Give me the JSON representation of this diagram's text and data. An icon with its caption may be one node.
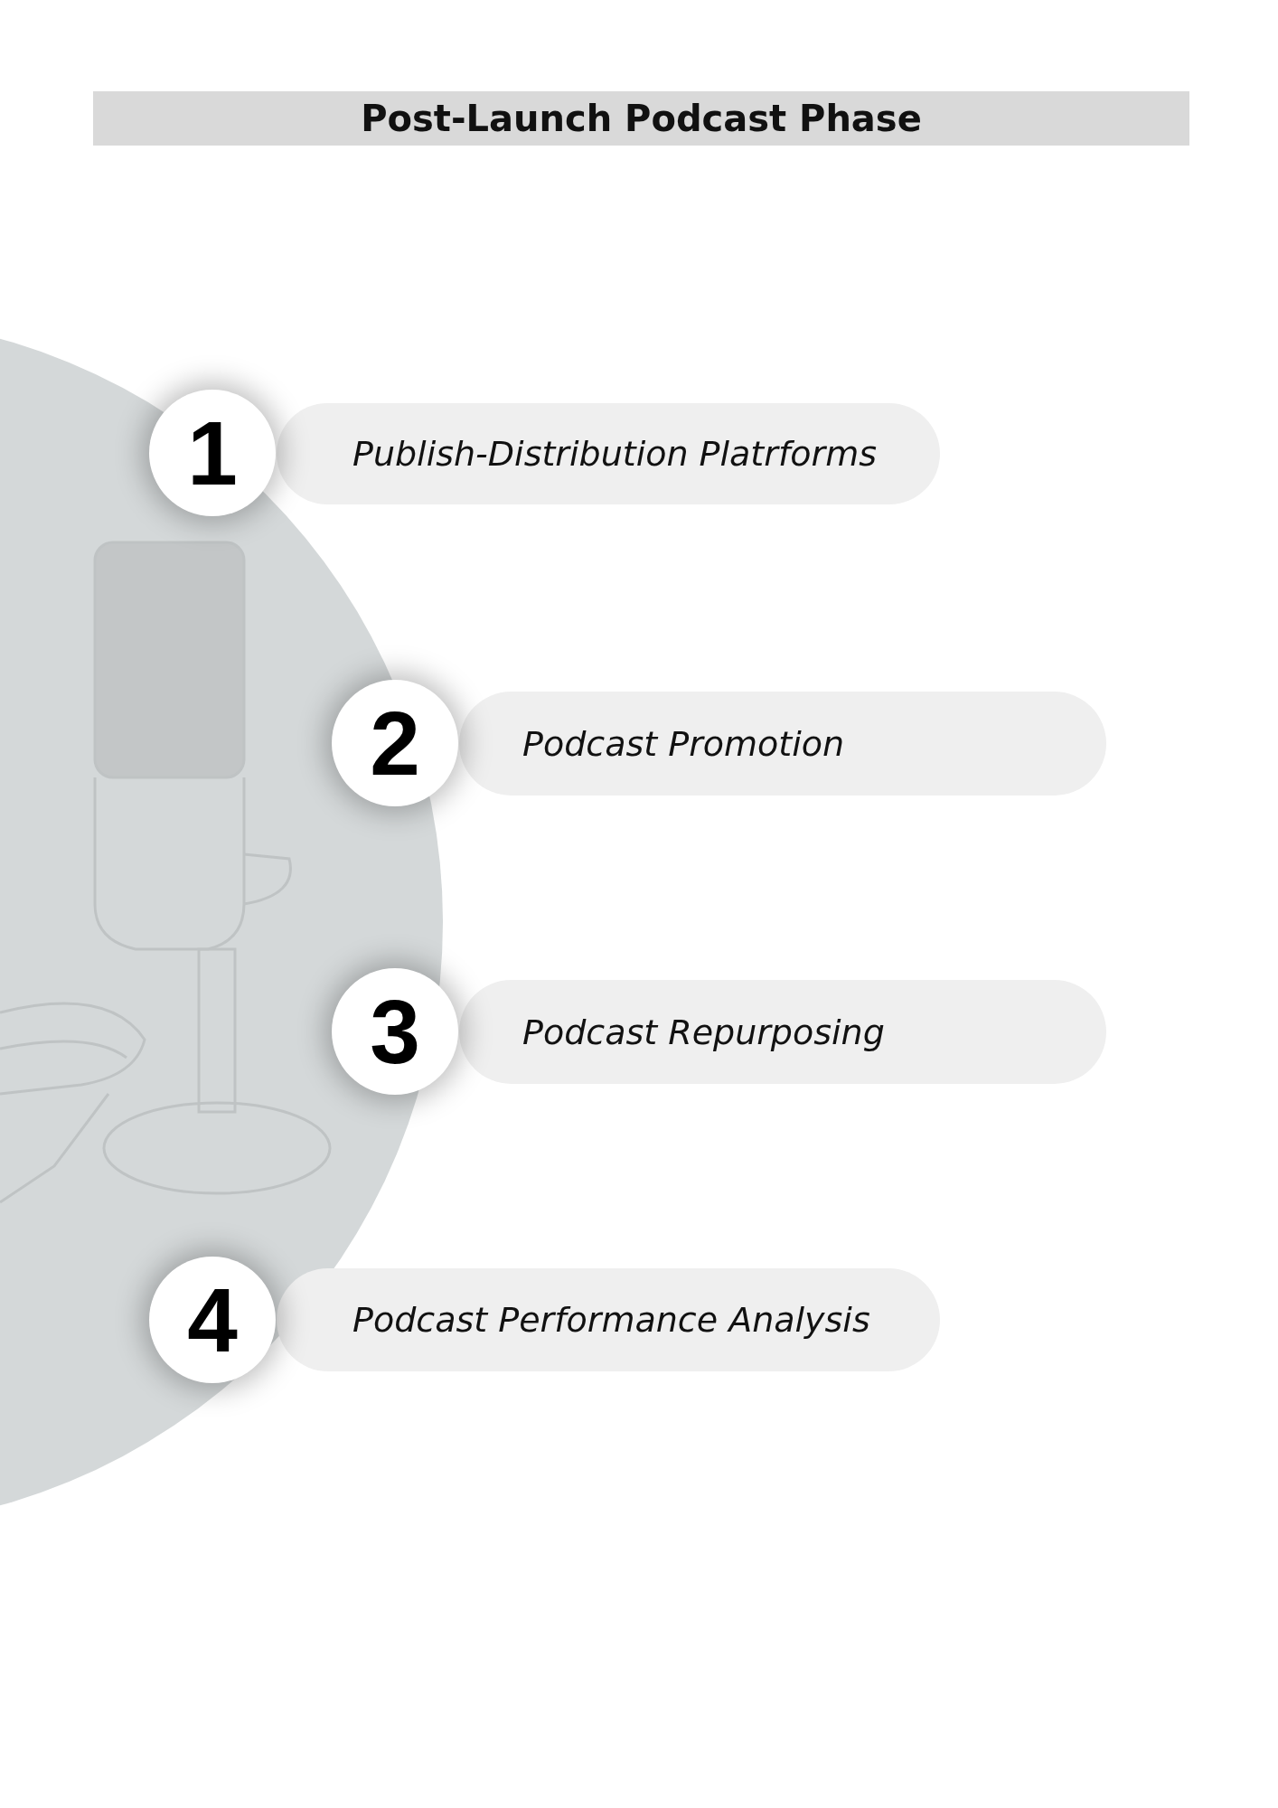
{
  "diagram": {
    "title": "Post-Launch Podcast Phase",
    "nodes": [
      {
        "text": [
          "1"
        ]
      },
      {
        "text": [
          "Publish-Distribution Platrforms"
        ]
      },
      {
        "text": [
          "2"
        ]
      },
      {
        "text": [
          "Podcast Promotion"
        ]
      },
      {
        "text": [
          "3"
        ]
      },
      {
        "text": [
          "Podcast Repurposing"
        ]
      },
      {
        "text": [
          "4"
        ]
      },
      {
        "text": [
          "Podcast Performance Analysis"
        ]
      }
    ],
    "edges": []
  }
}
